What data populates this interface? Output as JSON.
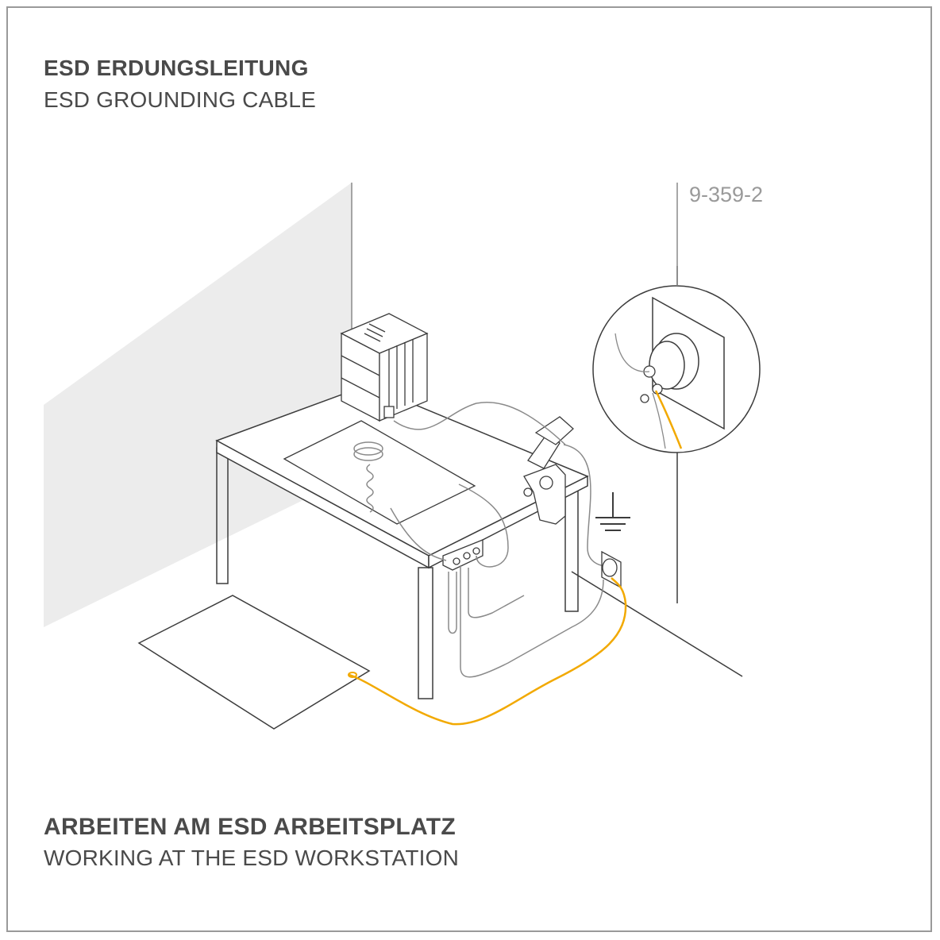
{
  "header": {
    "title_de": "ESD ERDUNGSLEITUNG",
    "title_en": "ESD GROUNDING CABLE"
  },
  "footer": {
    "title_de": "ARBEITEN AM ESD ARBEITSPLATZ",
    "title_en": "WORKING AT THE ESD WORKSTATION"
  },
  "detail": {
    "part_number": "9-359-2"
  },
  "icons": {
    "ground": "ground-symbol-icon"
  },
  "colors": {
    "line": "#8a8a8a",
    "dark_line": "#3c3c3c",
    "wall": "#ececec",
    "grounding_cable": "#f2a900"
  }
}
